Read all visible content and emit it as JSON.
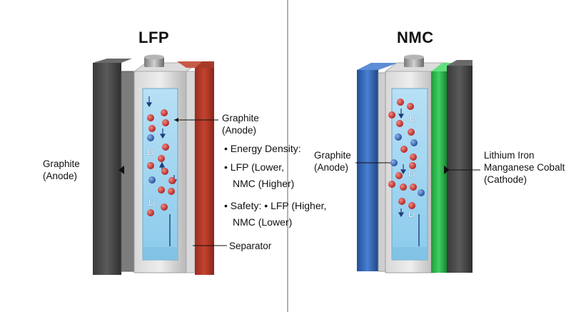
{
  "colors": {
    "graphite_slab": "#4a4a4a",
    "lfp_cathode": "#b83a2a",
    "nmc_anode_blue": "#2f62b5",
    "nmc_cathode_green": "#2bb34a",
    "electrolyte": "#a9d7ef",
    "frame": "#c8c8c8",
    "ion_red": "#c8282a",
    "ion_blue": "#2b5fb0"
  },
  "left": {
    "title": "LFP",
    "outer_label": [
      "Graphite",
      "(Anode)"
    ],
    "inner_label": [
      "Graphite",
      "(Anode)"
    ],
    "separator_label": "Separator",
    "ion_label": "Li"
  },
  "right": {
    "title": "NMC",
    "anode_label": [
      "Graphite",
      "(Anode)"
    ],
    "cathode_label": [
      "Lithium Iron",
      "Manganese Cobalt",
      "(Cathode)"
    ],
    "ion_label": "Li"
  },
  "notes": {
    "energy_density": "Energy Density:",
    "energy_detail_1": "LFP (Lower,",
    "energy_detail_2": "NMC (Higher)",
    "safety": "Safety:",
    "safety_detail_1": "LFP (Higher,",
    "safety_detail_2": "NMC (Lower)",
    "bullet": "•"
  }
}
